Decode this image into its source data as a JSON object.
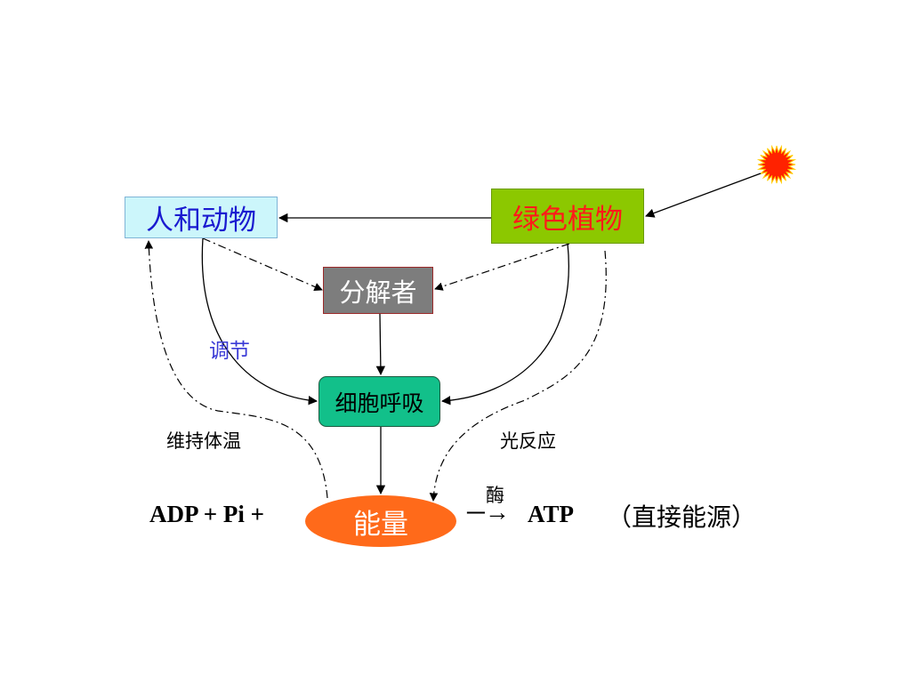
{
  "nodes": {
    "people_animals": "人和动物",
    "green_plants": "绿色植物",
    "decomposers": "分解者",
    "cell_respiration": "细胞呼吸",
    "energy": "能量"
  },
  "labels": {
    "regulate": "调节",
    "maintain_body_temp": "维持体温",
    "light_reaction": "光反应",
    "enzyme": "酶"
  },
  "equation": {
    "left": "ADP + Pi +",
    "arrow": "─→",
    "product": "ATP",
    "note": "（直接能源）"
  },
  "colors": {
    "people_box_fill": "#ccf6fb",
    "people_text": "#1a1ad0",
    "plants_box_fill": "#8cc800",
    "plants_text": "#ff1a1a",
    "decomposer_fill": "#7d7d7d",
    "respiration_fill": "#12c08a",
    "energy_fill": "#ff6a1a",
    "sun": "#ff2200"
  },
  "icons": {
    "sun": "sun-icon"
  }
}
